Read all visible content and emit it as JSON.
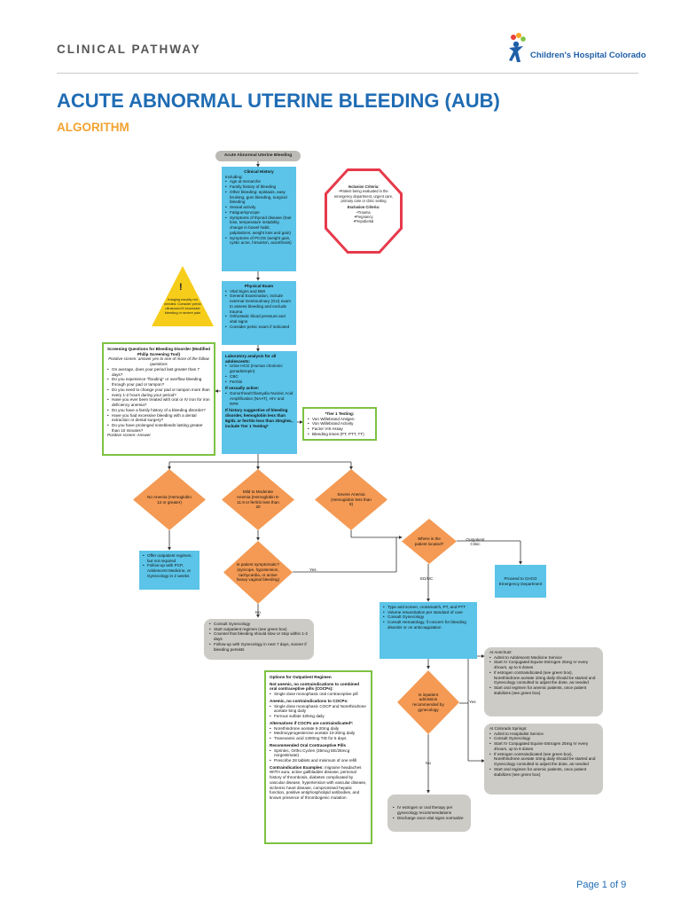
{
  "header": {
    "pathway_label": "CLINICAL PATHWAY",
    "logo_text": "Children's Hospital Colorado",
    "title": "ACUTE ABNORMAL UTERINE BLEEDING (AUB)",
    "subtitle": "ALGORITHM"
  },
  "colors": {
    "brand_blue": "#1f6cb4",
    "accent_orange": "#f2a230",
    "process_blue": "#5bc4e8",
    "decision_orange": "#f49a54",
    "green_border": "#7dc242",
    "stop_red": "#e63a4b",
    "warning_yellow": "#f6cd1a"
  },
  "flow": {
    "start": "Acute Abnormal Uterine Bleeding",
    "clinical_history": {
      "title": "Clinical History",
      "intro": "Including:",
      "items": [
        "Age at menarche",
        "Family history of bleeding",
        "Other bleeding: epistaxis, easy bruising, gum bleeding, surgical bleeding",
        "Sexual activity",
        "Fatigue/syncope",
        "Symptoms of thyroid disease (hair loss, temperature instability, change in bowel habit, palpitations, weight loss and gain)",
        "Symptoms of PCOS (weight gain, cystic acne, hirsutism, acanthosis)"
      ]
    },
    "criteria": {
      "inclusion_title": "Inclusion Criteria:",
      "inclusion_text": "•Patient being evaluated in the emergency department, urgent care, primary care or clinic setting",
      "exclusion_title": "Exclusion Criteria:",
      "exclusion_items": [
        "•Trauma",
        "•Pregnancy",
        "•Prepubertal"
      ]
    },
    "warning": {
      "symbol": "!",
      "text": "Imaging usually not needed. Consider pelvic ultrasound if excessive bleeding or severe pain"
    },
    "physical_exam": {
      "title": "Physical Exam",
      "items": [
        "Vital Signs and BMI",
        "General Examination, include external Genitourinary (GU) exam to assess bleeding and exclude trauma",
        "Orthostatic blood pressure and vital signs",
        "Consider pelvic exam if indicated"
      ]
    },
    "screening": {
      "title": "Screening Questions for Bleeding Disorder (Modified Philip Screening Tool)",
      "intro": "Positive screen: answer yes to one of more of the follow questions",
      "items": [
        "On average, does your period last greater than 7 days?",
        "Do you experience \"flooding\" or overflow bleeding through your pad or tampon?",
        "Do you need to change your pad or tampon more than every 1-2 hours during your period?",
        "Have you ever been treated with oral or IV iron for iron deficiency anemia?",
        "Do you have a family history of a bleeding disorder?",
        "Have you had excessive bleeding with a dental extraction or dental surgery?",
        "Do you have prolonged nosebleeds lasting greater than 10 minutes?"
      ],
      "outro": "Positive screen: Answer"
    },
    "labs": {
      "title": "Laboratory analysis for all adolescents:",
      "items": [
        "Urine HCG (Human chorionic gonadotropin)",
        "CBC",
        "Ferritin"
      ],
      "sexually_active_title": "If sexually active:",
      "sexually_active_items": [
        "Gonorrhea/Chlamydia Nucleic Acid Amplification (NAAT), HIV and RPR"
      ],
      "history_note": "If history suggestive of bleeding disorder, hemoglobin less than 8g/dL or ferritin less than 20ng/mL, include Tier 1 Testing*"
    },
    "tier1": {
      "title": "*Tier 1 Testing:",
      "items": [
        "Von Willebrand Antigen",
        "Von Willebrand Activity",
        "Factor VIII Assay",
        "Bleeding times (PT, PTT, TT)"
      ]
    },
    "anemia": {
      "none": "No Anemia (Hemoglobin 12 or greater)",
      "mild": "Mild to Moderate Anemia (Hemoglobin 8-11.9 or ferritin less than 20",
      "severe": "Severe Anemia (Hemoglobin less than 8)"
    },
    "no_anemia_plan": {
      "items": [
        "Offer outpatient regimen, but not required",
        "Follow-up with PCP, Adolescent Medicine, or Gynecology in 2 weeks"
      ]
    },
    "symptomatic_question": "Is patient symptomatic? (syncope, hypotension, tachycardia, or active heavy vaginal bleeding)",
    "where_question": "Where is the patient located?",
    "labels": {
      "yes": "Yes",
      "no": "No",
      "outpatient": "Outpatient Clinic",
      "ed_uc": "ED/UC",
      "no2": "No",
      "yes2": "Yes",
      "no3": "No"
    },
    "mild_plan": {
      "items": [
        "Consult Gynecology",
        "Start outpatient regimen (see green box)",
        "Counsel that bleeding should slow or stop within 1-2 days",
        "Follow-up with Gynecology in next 7 days, sooner if bleeding persists"
      ]
    },
    "chco_ed": "Proceed to CHCO Emergency Department",
    "ed_plan": {
      "items": [
        "Type and screen, crossmatch, PT, and PTT",
        "Volume resuscitation per standard of care",
        "Consult Gynecology",
        "Consult Hematology, if concern for bleeding disorder or on anticoagulation"
      ]
    },
    "admission_question": "Is inpatient admission recommended by gynecology",
    "outpatient_regimen": {
      "title": "Options for Outpatient Regimen",
      "s1_title": "Not anemic, no contraindications to combined oral contraceptive pills (COCPs):",
      "s1_items": [
        "Single dose monophasic oral contraceptive pill"
      ],
      "s2_title": "Anemic, no contraindications to COCPs:",
      "s2_items": [
        "Single dose monophasic COCP and Norethindrone acetate 5mg daily",
        "Ferrous sulfate 325mg daily"
      ],
      "s3_title": "Alternatives if COCPs are contraindicated*:",
      "s3_items": [
        "Norethindrone acetate 5-20mg daily",
        "Medroxyprogesterone acetate 10-20mg daily",
        "Tranexamic acid 1300mg TID for 5 days"
      ],
      "s4_title": "Recommended Oral Contraceptive Pills",
      "s4_items": [
        "Sprintec, Ortho Cyclen (35mcg EE/25mcg norgestimate)",
        "Prescribe 28 tablets and minimum of one refill"
      ],
      "ci_title": "Contraindication Examples:",
      "ci_text": "migraine headaches WITH aura, active gallbladder disease, personal history of thrombosis, diabetes complicated by vascular disease, hypertension with vascular disease, ischemic heart disease, compromised hepatic function, positive antiphospholipid antibodies, and known presence of thrombogenic mutation"
    },
    "anschutz": {
      "title": "At Anschutz:",
      "items": [
        "Admit to Adolescent Medicine Service",
        "Start IV Conjugated Equine Estrogen 25mg IV every 4hours, up to 6 doses",
        "If estrogen contraindicated (see green box), Norethindrone acetate 10mg daily should be started and Gynecology consulted to adjust the dose, as needed",
        "Start oral regimen for anemic patients, once patient stabilizes (see green box)"
      ]
    },
    "springs": {
      "title": "At Colorado Springs:",
      "items": [
        "Admit to Hospitalist Service",
        "Consult Gynecology",
        "Start IV Conjugated Equine Estrogen 25mg IV every 4hours, up to 6 doses",
        "If estrogen contraindicated (see green box), Norethindrone acetate 10mg daily should be started and Gynecology consulted to adjust the dose, as needed",
        "Start oral regimen for anemic patients, once patient stabilizes (see green box)"
      ]
    },
    "no_admit_plan": {
      "items": [
        "IV estrogen or oral therapy per gynecology recommendations",
        "Discharge once vital signs normalize"
      ]
    }
  },
  "footer": {
    "page": "Page 1 of 9"
  }
}
